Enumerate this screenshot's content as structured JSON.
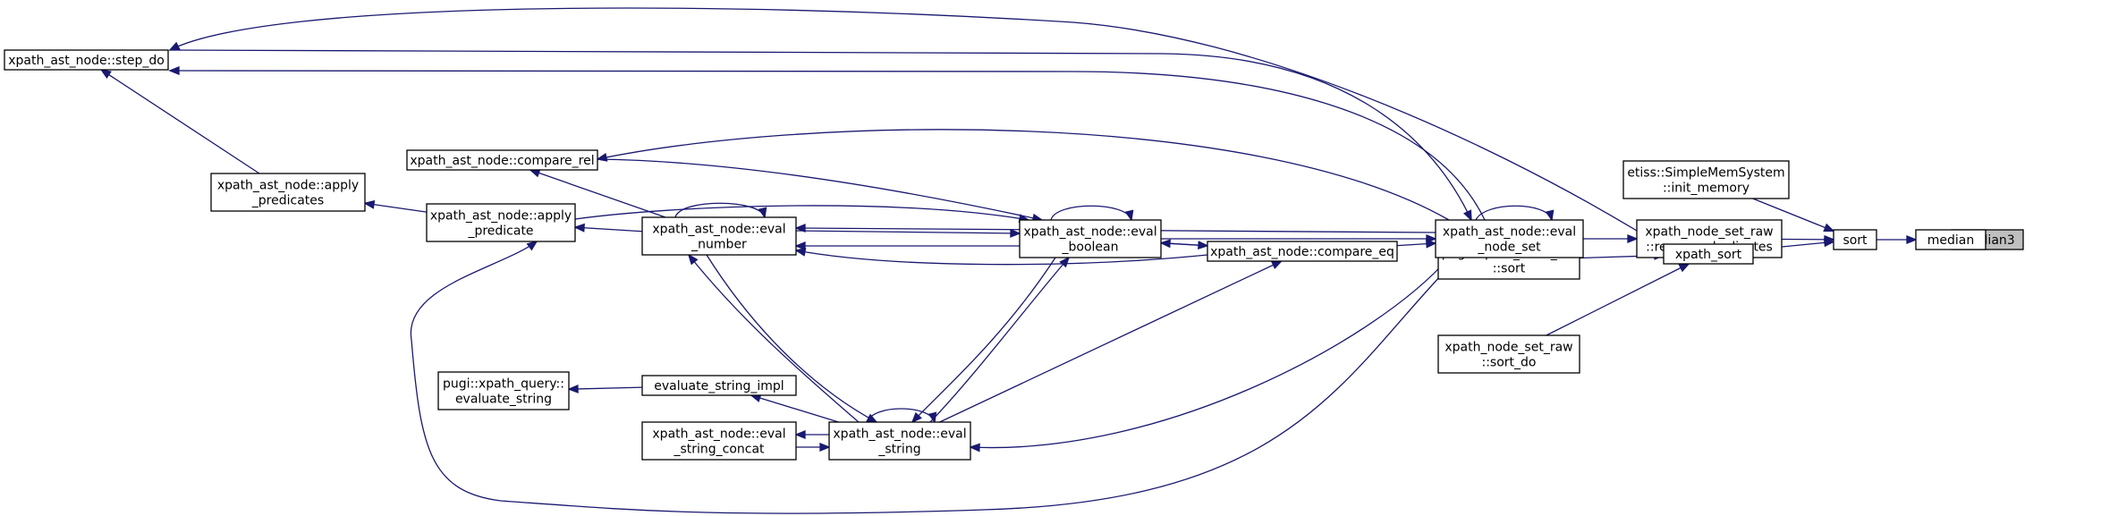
{
  "colors": {
    "edge": "#191970",
    "root_fill": "#bfbfbf",
    "node_border": "#000000"
  },
  "nodes": {
    "median3": [
      "median3"
    ],
    "median": [
      "median"
    ],
    "sort": [
      "sort"
    ],
    "etiss_init": [
      "etiss::SimpleMemSystem",
      "::init_memory"
    ],
    "remove_dup": [
      "xpath_node_set_raw",
      "::remove_duplicates"
    ],
    "xpath_sort": [
      "xpath_sort"
    ],
    "pugi_sort": [
      "pugi::xpath_node_set",
      "::sort"
    ],
    "sort_do": [
      "xpath_node_set_raw",
      "::sort_do"
    ],
    "eval_node_set": [
      "xpath_ast_node::eval",
      "_node_set"
    ],
    "step_do": [
      "xpath_ast_node::step_do"
    ],
    "compare_rel": [
      "xpath_ast_node::compare_rel"
    ],
    "apply_predicates": [
      "xpath_ast_node::apply",
      "_predicates"
    ],
    "apply_predicate": [
      "xpath_ast_node::apply",
      "_predicate"
    ],
    "eval_number": [
      "xpath_ast_node::eval",
      "_number"
    ],
    "eval_boolean": [
      "xpath_ast_node::eval",
      "_boolean"
    ],
    "compare_eq": [
      "xpath_ast_node::compare_eq"
    ],
    "evaluate_string": [
      "pugi::xpath_query::",
      "evaluate_string"
    ],
    "evaluate_string_impl": [
      "evaluate_string_impl"
    ],
    "eval_string_concat": [
      "xpath_ast_node::eval",
      "_string_concat"
    ],
    "eval_string": [
      "xpath_ast_node::eval",
      "_string"
    ]
  }
}
